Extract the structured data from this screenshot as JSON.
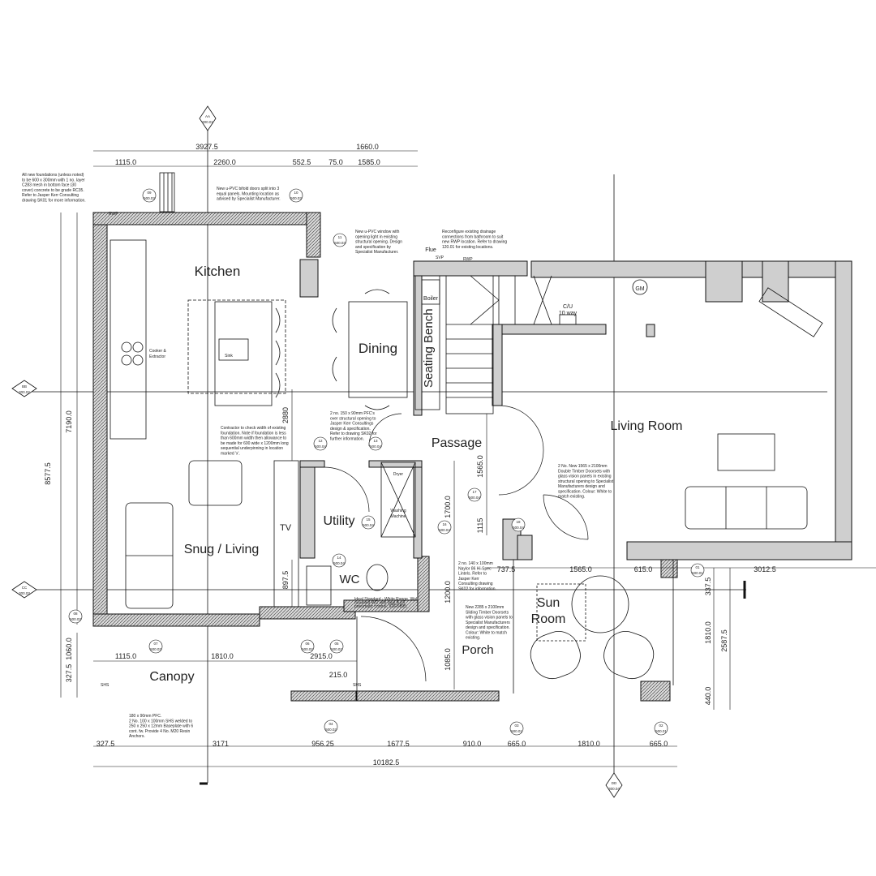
{
  "rooms": {
    "kitchen": "Kitchen",
    "dining": "Dining",
    "seating_bench": "Seating Bench",
    "passage": "Passage",
    "living_room": "Living Room",
    "utility": "Utility",
    "snug_living": "Snug / Living",
    "wc": "WC",
    "sun_room": "Sun Room",
    "porch": "Porch",
    "canopy": "Canopy",
    "tv": "TV"
  },
  "fixtures": {
    "boiler": "Boiler",
    "flue": "Flue",
    "cu": "C/U",
    "cu_ways": "10 way",
    "gm": "GM",
    "sink": "Sink",
    "cooker": "Cooker &",
    "extractor": "Extractor",
    "dryer": "Dryer",
    "washing": "Washing",
    "machine": "Machine",
    "svp": "SVP",
    "rwp": "RWP",
    "shs": "SHS"
  },
  "dimensions": {
    "top_total": "3927.5",
    "top_right": "1660.0",
    "top_1": "1115.0",
    "top_2": "2260.0",
    "top_3": "552.5",
    "top_4": "75.0",
    "top_5": "1585.0",
    "left_total": "8577.5",
    "left_main": "7190.0",
    "left_1060": "1060.0",
    "left_327": "327.5",
    "v_2880": "2880",
    "v_1565": "1565.0",
    "v_1700": "1700.0",
    "v_1115": "1115",
    "v_897": "897.5",
    "v_1200": "1200.0",
    "v_1085": "1085.0",
    "r_3012": "3012.5",
    "r_337": "337.5",
    "r_1810": "1810.0",
    "r_2587": "2587.5",
    "r_440": "440.0",
    "m_1115": "1115.0",
    "m_1810": "1810.0",
    "m_2915": "2915.0",
    "m_215": "215.0",
    "m_737": "737.5",
    "m_1565": "1565.0",
    "m_615": "615.0",
    "b_327": "327.5",
    "b_3171": "3171",
    "b_956": "956.25",
    "b_1677": "1677.5",
    "b_910": "910.0",
    "b_665a": "665.0",
    "b_1810": "1810.0",
    "b_665b": "665.0",
    "b_total": "10182.5"
  },
  "section_markers": {
    "aa_code": "AA",
    "aa_ref": "300.01",
    "bb_code": "BB",
    "bb_ref": "300.02",
    "cc_code": "CC",
    "cc_ref": "300.03",
    "dd_code": "DD",
    "dd_ref": "300.04"
  },
  "tags": {
    "t01n": "01",
    "t01r": "500.01",
    "t02n": "02",
    "t02r": "500.01",
    "t03n": "03",
    "t03r": "500.01",
    "t04n": "04",
    "t04r": "500.02",
    "t05n": "05",
    "t05r": "500.02",
    "t06n": "06",
    "t06r": "500.02",
    "t07n": "07",
    "t07r": "500.03",
    "t08n": "08",
    "t08r": "500.03",
    "t09n": "09",
    "t09r": "500.03",
    "t10n": "10",
    "t10r": "500.03",
    "t11n": "11",
    "t11r": "500.03",
    "t12n": "12",
    "t12r": "500.04",
    "t13n": "13",
    "t13r": "500.04",
    "t14n": "14",
    "t14r": "500.04",
    "t15n": "15",
    "t15r": "500.04",
    "t16n": "16",
    "t16r": "500.04",
    "t17n": "17",
    "t17r": "500.04",
    "t18n": "18",
    "t18r": "500.04"
  },
  "notes": {
    "foundation": [
      "All new foundations (unless noted)",
      "to be 600 x 300mm with 1 no. layer",
      "C283 mesh in bottom face (30",
      "cover) concrete to be grade RC35.",
      "Refer to Jasper Kerr Consulting",
      "drawing SK01 for more information."
    ],
    "bifold": [
      "New u-PVC bifold doors split into 3",
      "equal panels. Mounting location as",
      "advised by Specialist Manufacturer."
    ],
    "window": [
      "New u-PVC window with",
      "opening light in existing",
      "structural opening. Design",
      "and specification by",
      "Specialist Manufacturer."
    ],
    "drainage": [
      "Reconfigure existing drainage",
      "connections from bathroom to suit",
      "new RWP location. Refer to drawing",
      "120.01 for existing locations."
    ],
    "pfc": [
      "2 no. 150 x 90mm PFC's",
      "over structural opening to",
      "Jasper Kerr Consultings",
      "design & specification.",
      "Refer to drawing SK02 for",
      "further information."
    ],
    "contractor": [
      "Contractor to check width of existing",
      "foundation. Note if foundation is less",
      "than 600mm width then allowance to",
      "be made for 600 wide x 1200mm long",
      "sequential underpinning in location",
      "marked 'x'."
    ],
    "doorsets": [
      "2 No. New 1565 x 2100mm",
      "Double Timber Doorsets with",
      "glass vision panels in existing",
      "structural opening to Specialist",
      "Manufacturers design and",
      "specification. Colour: White to",
      "match existing."
    ],
    "lintels": [
      "2 no. 140 x 100mm",
      "Naylor 86 Hi-Spec",
      "Lintels. Refer to",
      "Jasper Kerr",
      "Consulting drawing",
      "SK02 for information."
    ],
    "sliding": [
      "New 2285 x 2100mm",
      "Sliding Timber Doorsets",
      "with glass vision panels to",
      "Specialist Manufacturers",
      "design and specification.",
      "Colour: White to match",
      "existing."
    ],
    "pfc180": [
      "180 x 90mm PFC.",
      "2 No. 100 x 100mm SHS welded to",
      "250 x 250 x 12mm Baseplate with 6",
      "cont. fw. Provide 4 No. M20 Resin",
      "Anchors."
    ],
    "wc_spec": [
      "Ideal Standard - White Range, Wall",
      "mounted WC with dual flush",
      "pneumatic control, SDR9895."
    ]
  }
}
